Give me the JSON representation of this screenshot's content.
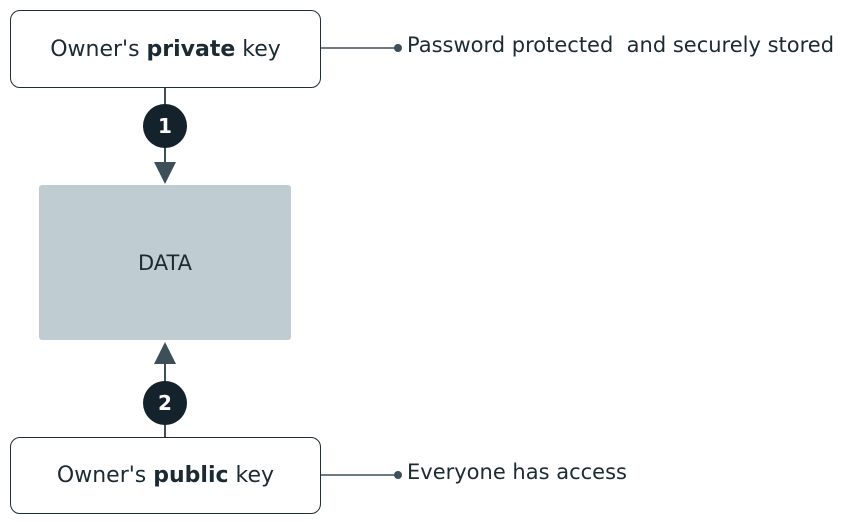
{
  "private_key_box": {
    "prefix": "Owner's ",
    "emphasis": "private",
    "suffix": " key"
  },
  "public_key_box": {
    "prefix": "Owner's ",
    "emphasis": "public",
    "suffix": " key"
  },
  "data_block": {
    "label": "DATA"
  },
  "notes": {
    "private": "Password protected  and securely stored",
    "public": "Everyone has access"
  },
  "steps": {
    "one": "1",
    "two": "2"
  },
  "colors": {
    "line": "#3d4f59",
    "badge": "#14222b",
    "data_fill": "#bfcdd3",
    "box_border": "#1f2d36"
  }
}
